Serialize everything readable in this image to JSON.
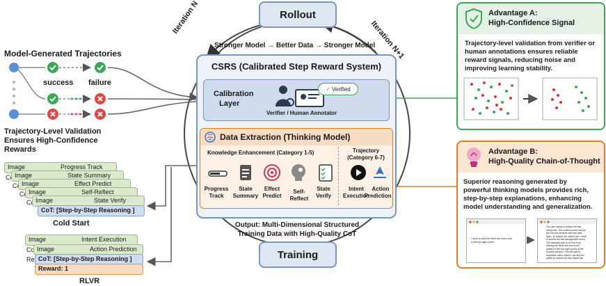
{
  "loop": {
    "rollout": "Rollout",
    "training": "Training",
    "iteration_n": "Iteration N",
    "iteration_n1": "Iteration N+1",
    "flow_text": "Stronger Model → Better Data → Stronger Model",
    "output_line1": "Output: Multi-Dimensional Structured",
    "output_line2": "Training Data with High-Quality CoT"
  },
  "csrs": {
    "title": "CSRS (Calibrated Step Reward System)",
    "calibration": {
      "title_line1": "Calibration",
      "title_line2": "Layer",
      "verified": "Verified",
      "annotator": "Verifier / Human Annotator"
    },
    "extraction": {
      "title": "Data Extraction (Thinking Model)",
      "knowledge_title": "Knowledge Enhancement (Category 1-5)",
      "trajectory_title_line1": "Trajectory",
      "trajectory_title_line2": "(Category 6-7)",
      "items": [
        {
          "l1": "Progress",
          "l2": "Track"
        },
        {
          "l1": "State",
          "l2": "Summary"
        },
        {
          "l1": "Effect",
          "l2": "Predict"
        },
        {
          "l1": "Self-",
          "l2": "Reflect"
        },
        {
          "l1": "State",
          "l2": "Verify"
        },
        {
          "l1": "Intent",
          "l2": "Execution"
        },
        {
          "l1": "Action",
          "l2": "Prediction"
        }
      ]
    }
  },
  "left": {
    "trajectories_title": "Model-Generated Trajectories",
    "success": "success",
    "failure": "failure",
    "validation_line1": "Trajectory-Level Validation",
    "validation_line2": "Ensures High-Confidence",
    "validation_line3": "Rewards",
    "cold_start": {
      "label": "Cold Start",
      "cards": [
        {
          "left": "Image",
          "right": "Progress Track"
        },
        {
          "left": "Image",
          "right": "State Summary"
        },
        {
          "left": "Image",
          "right": "Effect Predict"
        },
        {
          "left": "Image",
          "right": "Self-Reflect"
        },
        {
          "left": "Image",
          "right": "State Verify"
        }
      ],
      "stub": "Co",
      "cot": "CoT: [Step-by-Step Reasoning ]"
    },
    "rlvr": {
      "label": "RLVR",
      "card1_left": "Image",
      "card1_right": "Intent Execution",
      "card2_left": "Image",
      "card2_right": "Action Prediction",
      "stub1": "Co",
      "stub2": "Rev",
      "cot": "CoT: [Step-by-Step Reasoning ]",
      "reward": "Reward:  1"
    }
  },
  "advantage_a": {
    "title_line1": "Advantage A:",
    "title_line2": "High-Confidence Signal",
    "body": [
      "Trajectory-level validation from verifier or",
      "human annotations ensures reliable",
      "reward signals, reducing noise and",
      "improving learning stability."
    ]
  },
  "advantage_b": {
    "title_line1": "Advantage B:",
    "title_line2": "High-Quality Chain-of-Thought",
    "body": [
      "Superior reasoning generated by",
      "powerful thinking models provides rich,",
      "step-by-step explanations, enhancing",
      "model understanding and generalization."
    ],
    "small_left": [
      "I need to click the three-dot menu icon",
      "in the top-right corner"
    ],
    "small_right": [
      "The user wants to restore the last",
      "closed tab. The current screen shows",
      "the Chrome browser with two tabs",
      "open. To restore the closed tab, I need",
      "to access the tab management menu.",
      "The standard way to do this is by",
      "clicking the three-dot menu icon",
      "located in the top-right corner of the",
      "browser window. This will open a",
      "dropdown menu where I can find the",
      "option to restore the last closed tab."
    ]
  },
  "colors": {
    "green": "#3aa757",
    "orange": "#e07b2a",
    "blue_border": "#7a95bd",
    "node_blue": "#5b8fd6"
  }
}
